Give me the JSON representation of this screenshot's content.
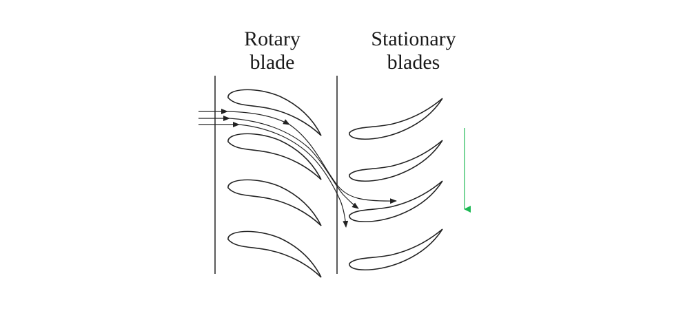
{
  "labels": {
    "rotary": [
      "Rotary",
      "blade"
    ],
    "stationary": [
      "Stationary",
      "blades"
    ]
  },
  "colors": {
    "line": "#222222",
    "motion_arrow": "#1db954",
    "background": "#ffffff"
  },
  "counts": {
    "rotary_blades": 4,
    "stationary_blades": 4,
    "flow_lines": 3
  }
}
